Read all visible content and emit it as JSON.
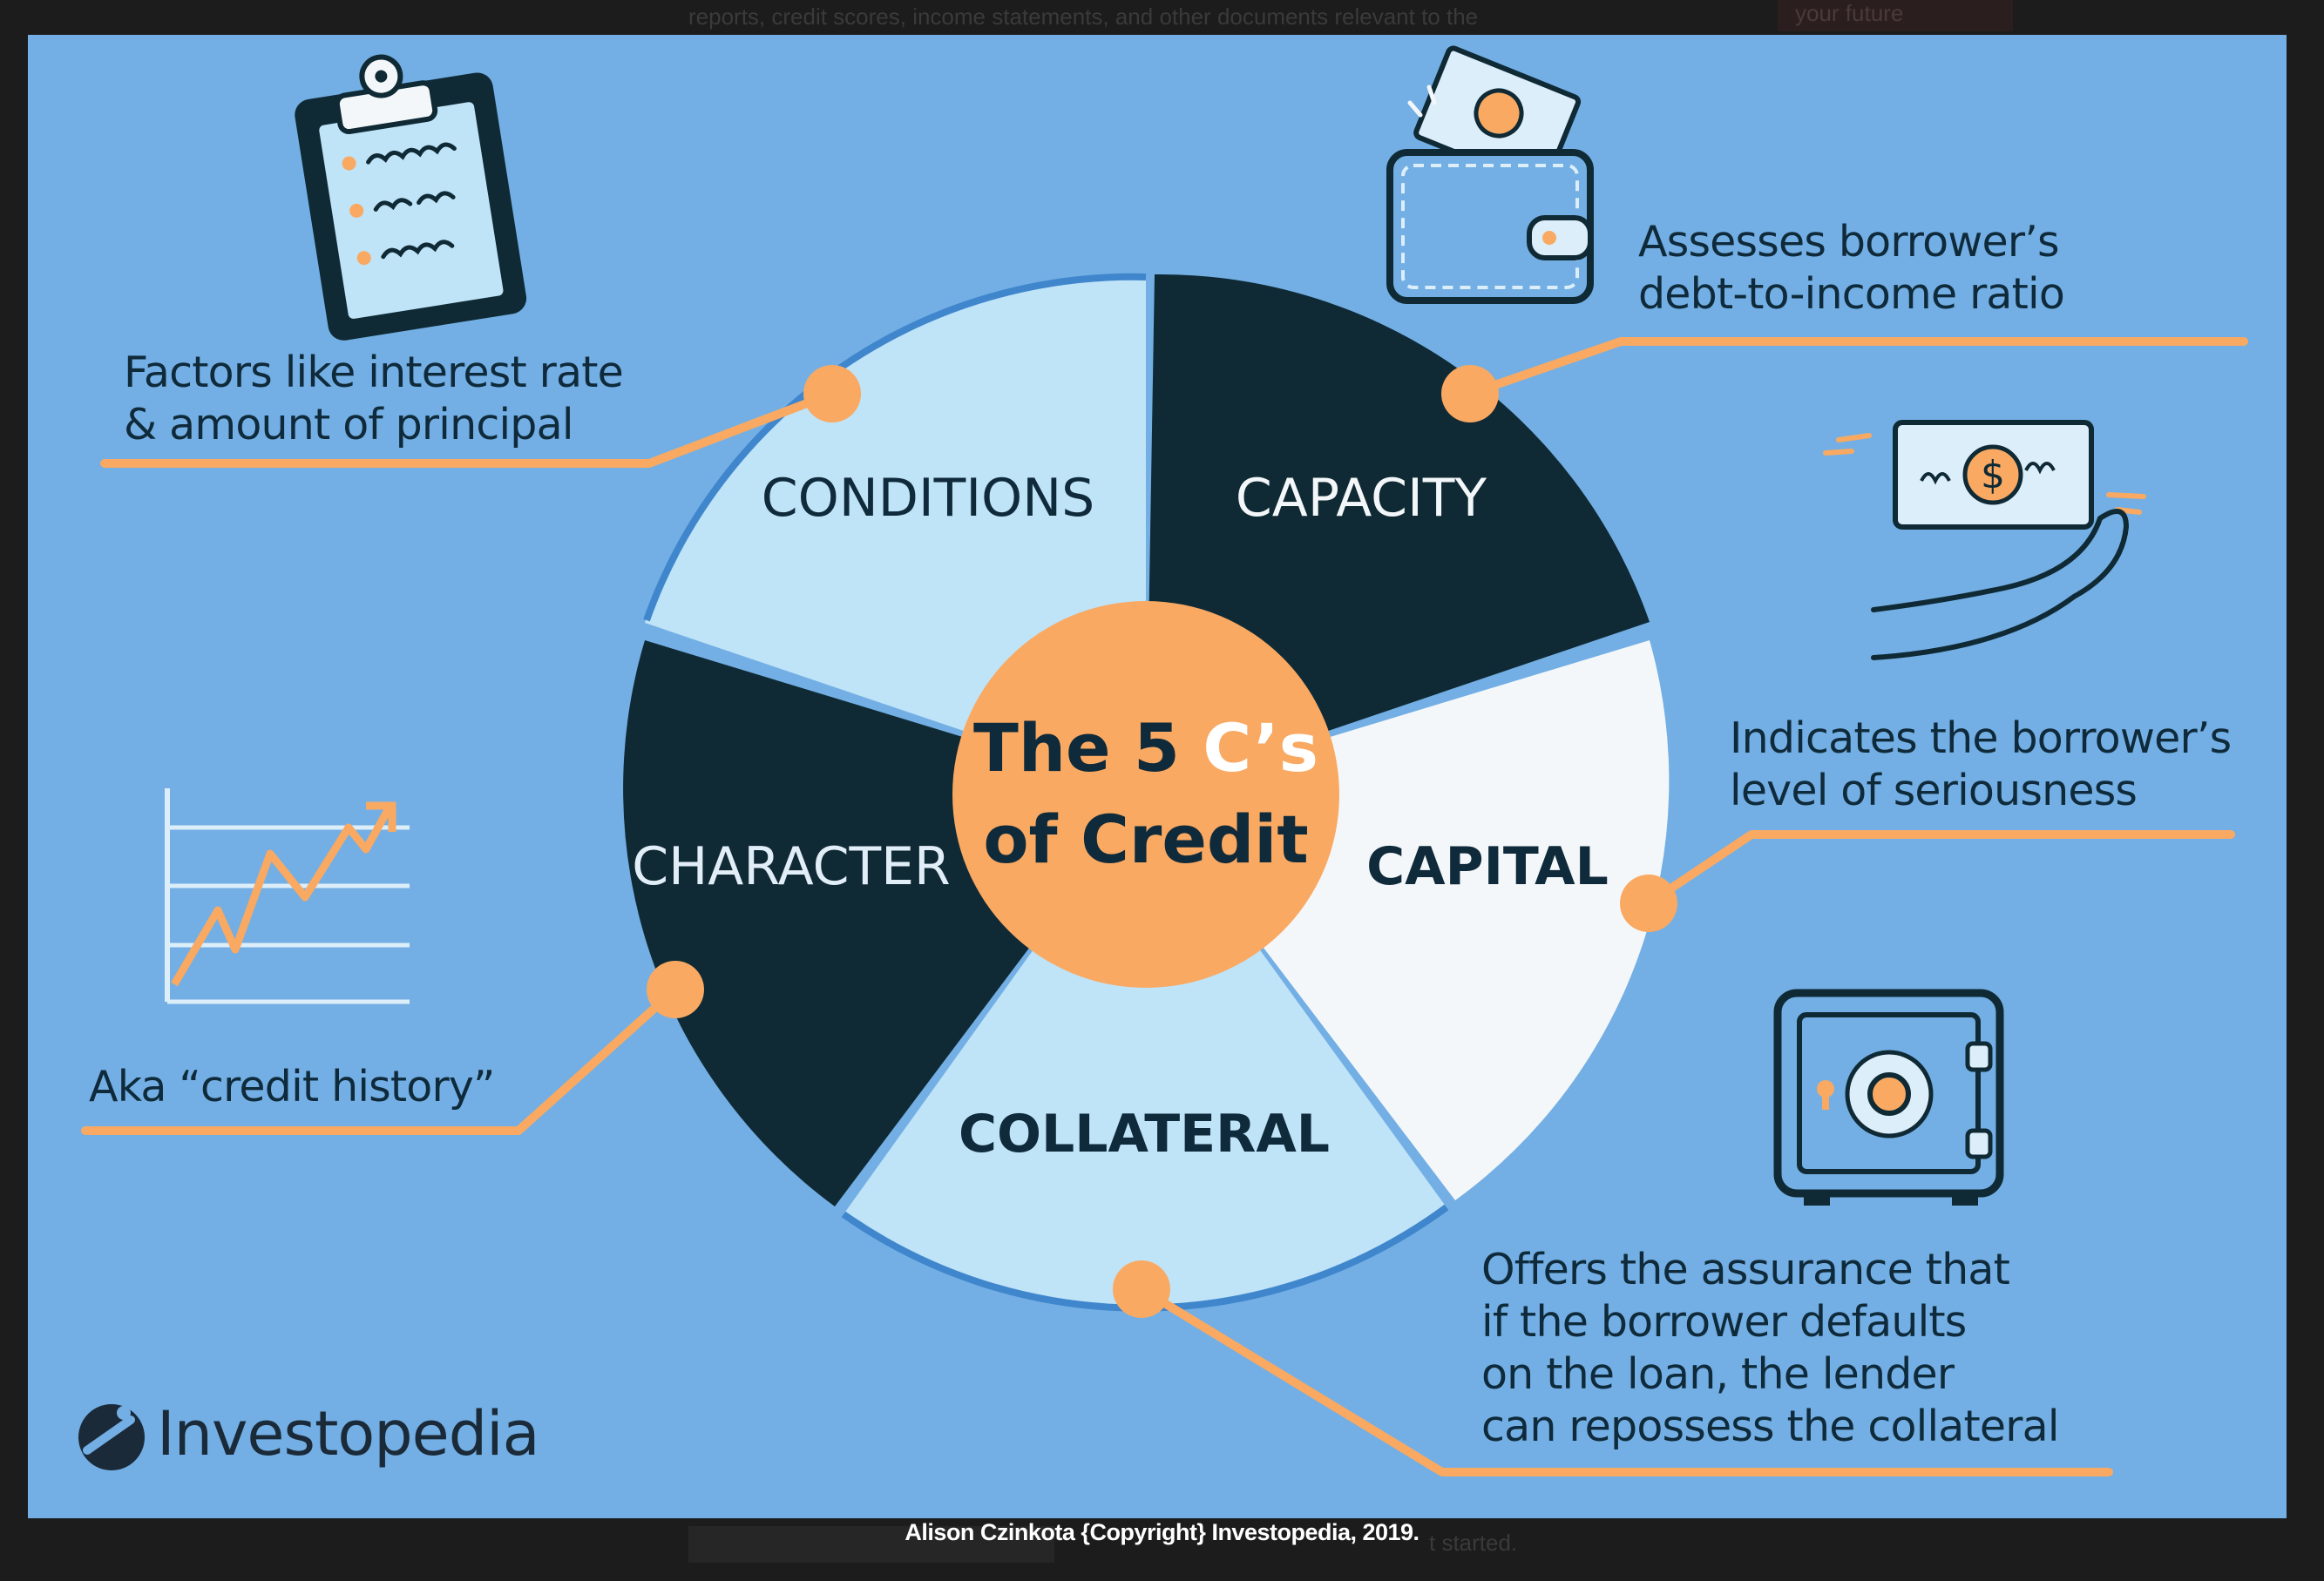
{
  "background_text": {
    "top_left": "reports, credit scores, income statements, and other documents relevant to the",
    "top_right": "your future",
    "bottom_right": "t started."
  },
  "center": {
    "line1_prefix": "The 5 ",
    "line1_highlight": "C’s",
    "line2": "of Credit"
  },
  "segments": [
    {
      "label": "CONDITIONS"
    },
    {
      "label": "CAPACITY"
    },
    {
      "label": "CAPITAL"
    },
    {
      "label": "COLLATERAL"
    },
    {
      "label": "CHARACTER"
    }
  ],
  "descriptions": {
    "conditions": "Factors like interest rate\n& amount of principal",
    "capacity": "Assesses borrower’s\ndebt-to-income ratio",
    "capital": "Indicates the borrower’s\nlevel of seriousness",
    "character": "Aka “credit history”",
    "collateral": "Offers the assurance that\nif the borrower defaults\non the loan, the lender\ncan repossess the collateral"
  },
  "brand": {
    "name": "Investopedia"
  },
  "caption": "Alison Czinkota {Copyright} Investopedia, 2019.",
  "colors": {
    "background": "#73afe4",
    "dark": "#0f2a35",
    "light_blue": "#bfe3f7",
    "white": "#f4f7f9",
    "accent": "#f9a962",
    "text": "#0f2a3a"
  }
}
